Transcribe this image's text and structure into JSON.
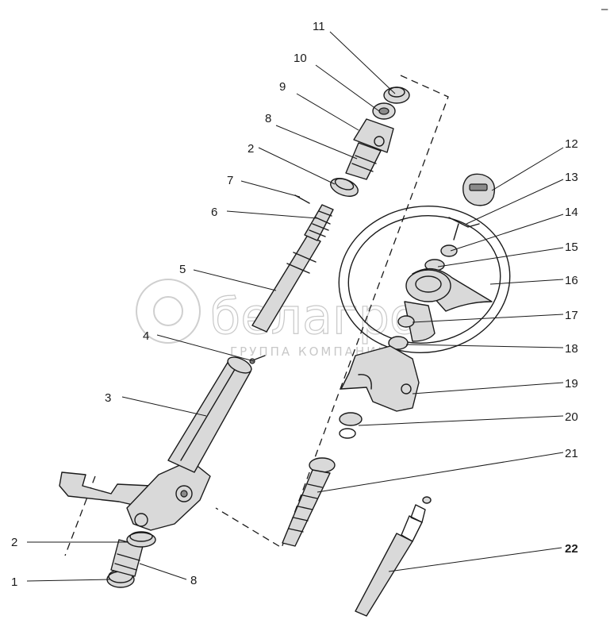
{
  "watermark": {
    "brand": "белагро",
    "tagline": "ГРУППА КОМПАНИЙ"
  },
  "callouts": [
    {
      "id": "c1",
      "label": "1"
    },
    {
      "id": "c2a",
      "label": "2"
    },
    {
      "id": "c2b",
      "label": "2"
    },
    {
      "id": "c3",
      "label": "3"
    },
    {
      "id": "c4",
      "label": "4"
    },
    {
      "id": "c5",
      "label": "5"
    },
    {
      "id": "c6",
      "label": "6"
    },
    {
      "id": "c7",
      "label": "7"
    },
    {
      "id": "c8a",
      "label": "8"
    },
    {
      "id": "c8b",
      "label": "8"
    },
    {
      "id": "c9",
      "label": "9"
    },
    {
      "id": "c10",
      "label": "10"
    },
    {
      "id": "c11",
      "label": "11"
    },
    {
      "id": "c12",
      "label": "12"
    },
    {
      "id": "c13",
      "label": "13"
    },
    {
      "id": "c14",
      "label": "14"
    },
    {
      "id": "c15",
      "label": "15"
    },
    {
      "id": "c16",
      "label": "16"
    },
    {
      "id": "c17",
      "label": "17"
    },
    {
      "id": "c18",
      "label": "18"
    },
    {
      "id": "c19",
      "label": "19"
    },
    {
      "id": "c20",
      "label": "20"
    },
    {
      "id": "c21",
      "label": "21"
    },
    {
      "id": "c22",
      "label": "22"
    }
  ],
  "corner_mark": "–"
}
